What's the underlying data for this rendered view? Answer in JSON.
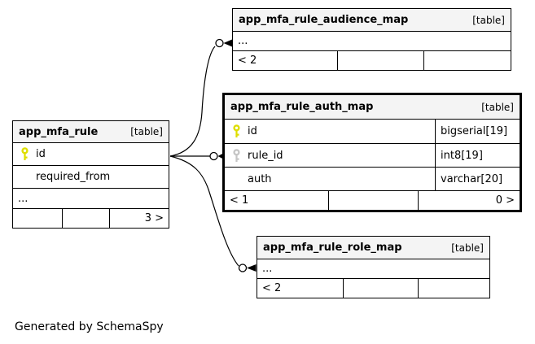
{
  "diagram": {
    "credit": "Generated by SchemaSpy",
    "colors": {
      "background": "#ffffff",
      "header_bg": "#f4f4f4",
      "border": "#000000",
      "primary_key_icon": "#dede00",
      "foreign_key_icon": "#c6c6c6"
    },
    "tables": {
      "audience_map": {
        "title": "app_mfa_rule_audience_map",
        "tag": "[table]",
        "ellipsis": "...",
        "footer": {
          "left": "< 2",
          "mid": "",
          "right": ""
        }
      },
      "auth_map": {
        "title": "app_mfa_rule_auth_map",
        "tag": "[table]",
        "columns": [
          {
            "name": "id",
            "type": "bigserial[19]",
            "key": "primary-key"
          },
          {
            "name": "rule_id",
            "type": "int8[19]",
            "key": "foreign-key"
          },
          {
            "name": "auth",
            "type": "varchar[20]",
            "key": "none"
          }
        ],
        "footer": {
          "left": "< 1",
          "mid": "",
          "right": "0 >"
        }
      },
      "rule": {
        "title": "app_mfa_rule",
        "tag": "[table]",
        "columns": [
          {
            "name": "id",
            "key": "primary-key"
          },
          {
            "name": "required_from",
            "key": "none"
          }
        ],
        "ellipsis": "...",
        "footer": {
          "left": "",
          "mid": "",
          "right": "3 >"
        }
      },
      "role_map": {
        "title": "app_mfa_rule_role_map",
        "tag": "[table]",
        "ellipsis": "...",
        "footer": {
          "left": "< 2",
          "mid": "",
          "right": ""
        }
      }
    }
  }
}
